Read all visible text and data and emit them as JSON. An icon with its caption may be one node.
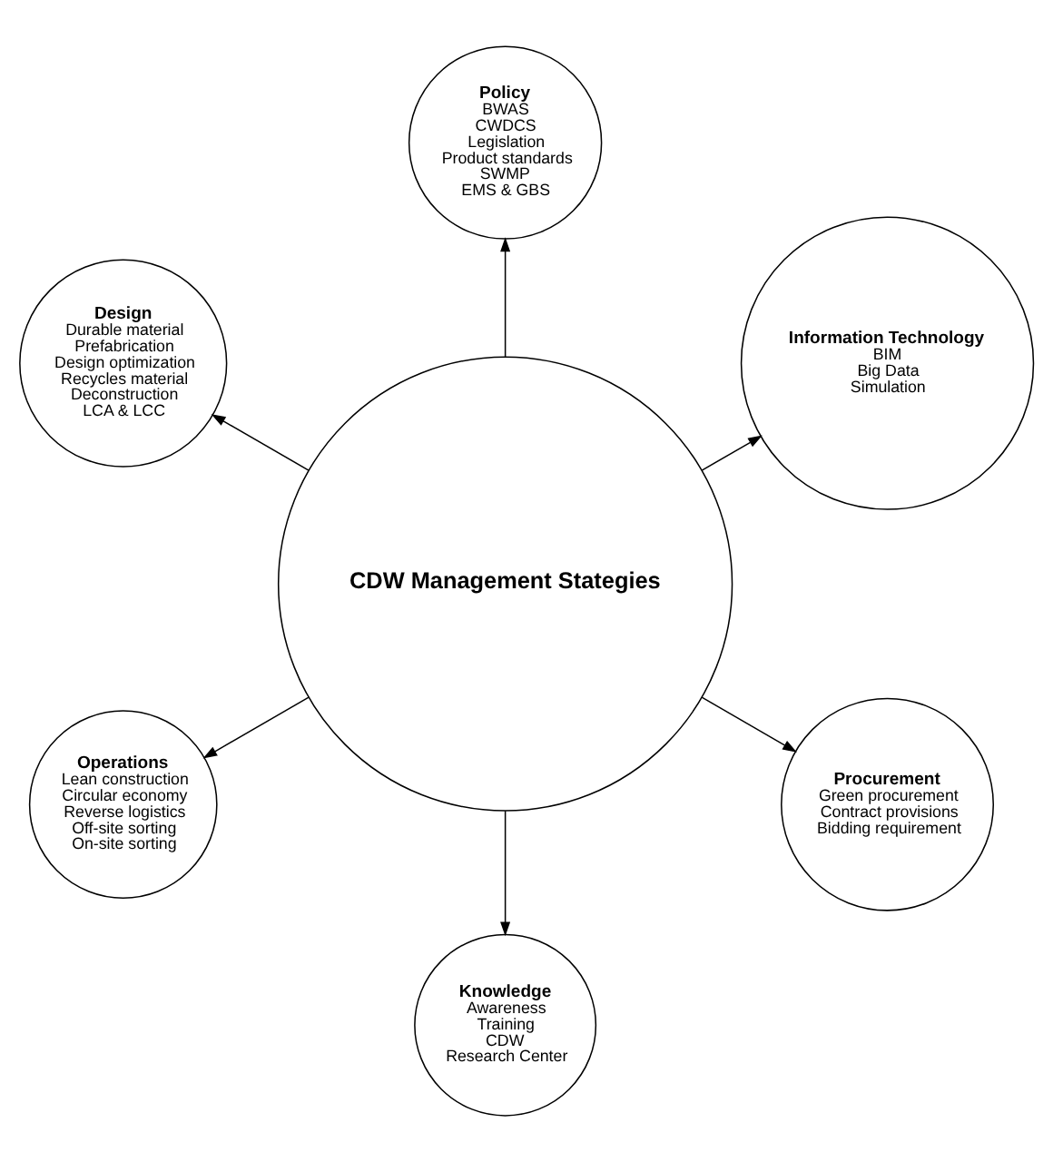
{
  "diagram": {
    "nodes": [
      {
        "text": [
          "CDW Management Stategies"
        ]
      },
      {
        "text": [
          "Information Technology",
          "BIM",
          "Big Data",
          "Simulation"
        ]
      },
      {
        "text": [
          "Policy",
          "BWAS",
          "CWDCS",
          "Legislation",
          "Product standards",
          "SWMP",
          "EMS & GBS"
        ]
      },
      {
        "text": [
          "Design",
          "Durable material",
          "Prefabrication",
          "Design optimization",
          "Recycles material",
          "Deconstruction",
          "LCA & LCC"
        ]
      },
      {
        "text": [
          "Operations",
          "Lean construction",
          "Circular economy",
          "Reverse logistics",
          "Off-site sorting",
          "On-site sorting"
        ]
      },
      {
        "text": [
          "Knowledge",
          "Awareness",
          "Training",
          "CDW",
          "Research Center"
        ]
      },
      {
        "text": [
          "Procurement",
          "Green procurement",
          "Contract provisions",
          "Bidding requirement"
        ]
      }
    ],
    "edges": [
      {
        "from": 0,
        "to": 1,
        "arrow": "to"
      },
      {
        "from": 0,
        "to": 2,
        "arrow": "to"
      },
      {
        "from": 0,
        "to": 3,
        "arrow": "to"
      },
      {
        "from": 0,
        "to": 4,
        "arrow": "to"
      },
      {
        "from": 0,
        "to": 5,
        "arrow": "to"
      },
      {
        "from": 0,
        "to": 6,
        "arrow": "to"
      }
    ]
  }
}
